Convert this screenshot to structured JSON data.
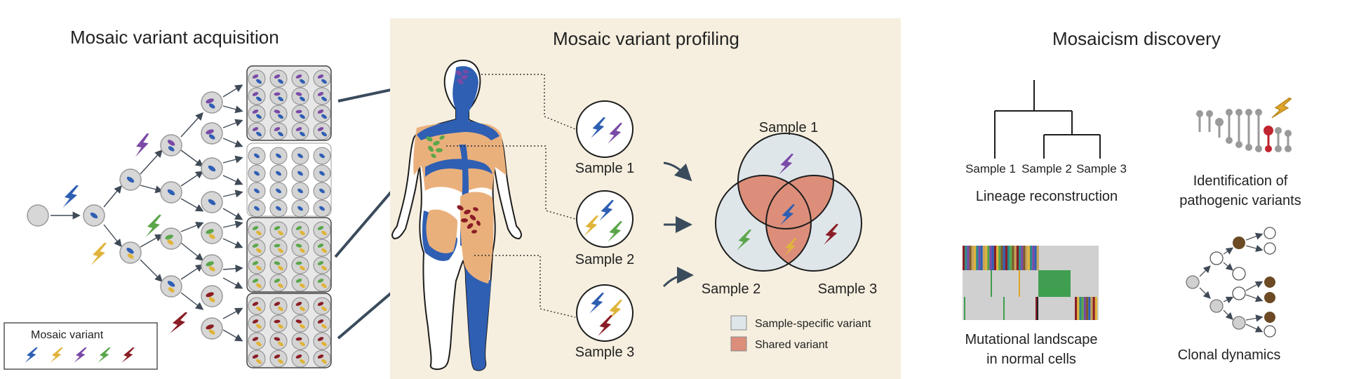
{
  "panels": {
    "acquisition": {
      "title": "Mosaic variant acquisition"
    },
    "profiling": {
      "title": "Mosaic variant profiling"
    },
    "discovery": {
      "title": "Mosaicism discovery"
    }
  },
  "legend_mosaic": {
    "title": "Mosaic variant",
    "colors": [
      "#2f5fb3",
      "#e0b43a",
      "#7a4aa6",
      "#5aa64a",
      "#8a1d25"
    ]
  },
  "samples": [
    {
      "label": "Sample 1"
    },
    {
      "label": "Sample 2"
    },
    {
      "label": "Sample 3"
    }
  ],
  "venn": {
    "labels": [
      "Sample 1",
      "Sample 2",
      "Sample 3"
    ],
    "legend": [
      {
        "label": "Sample-specific variant",
        "color": "#dfe6ea"
      },
      {
        "label": "Shared variant",
        "color": "#dc8e7a"
      }
    ]
  },
  "discovery": {
    "tree_leaves": [
      "Sample 1",
      "Sample 2",
      "Sample 3"
    ],
    "lineage_label": "Lineage reconstruction",
    "pathogenic_label_1": "Identification of",
    "pathogenic_label_2": "pathogenic variants",
    "landscape_label_1": "Mutational landscape",
    "landscape_label_2": "in normal cells",
    "clonal_label": "Clonal dynamics"
  },
  "colors": {
    "blue": "#2f5fb3",
    "yellow": "#e0b43a",
    "purple": "#7a4aa6",
    "green": "#5aa64a",
    "red": "#8a1d25",
    "panel_bg": "#f6efdf",
    "body_orange": "#eab07c",
    "cell_grey": "#d4d4d4"
  },
  "icons": [
    "lightning-bolt-icon",
    "dna-ladder-icon"
  ]
}
